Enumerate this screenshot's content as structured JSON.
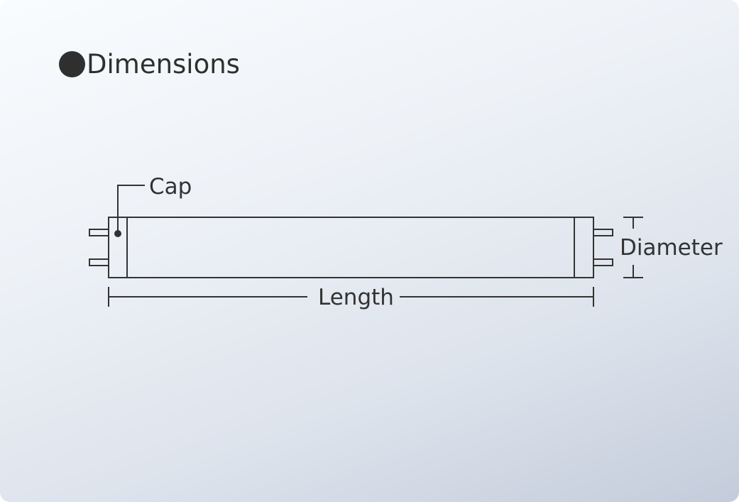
{
  "section": {
    "title": "Dimensions",
    "bullet_icon": "filled-circle-icon"
  },
  "diagram": {
    "cap_label": "Cap",
    "length_label": "Length",
    "diameter_label": "Diameter",
    "line_color": "#333333"
  }
}
